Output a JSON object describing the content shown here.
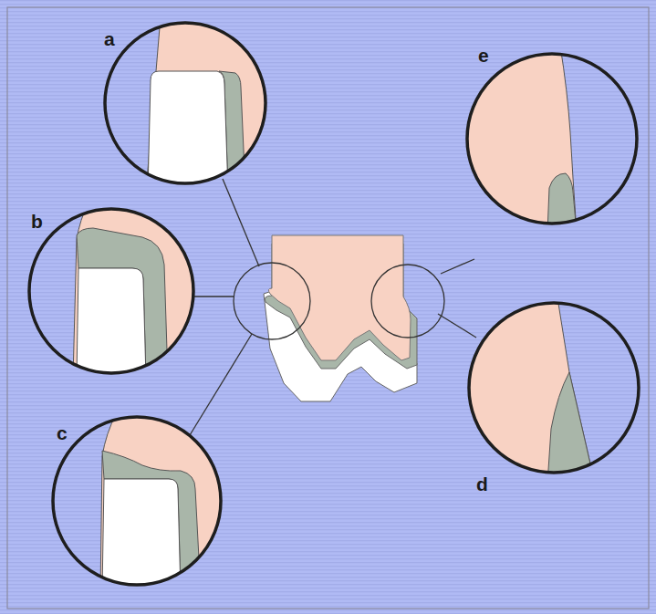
{
  "diagram": {
    "labels": [
      "a",
      "e",
      "b",
      "c",
      "d"
    ]
  }
}
